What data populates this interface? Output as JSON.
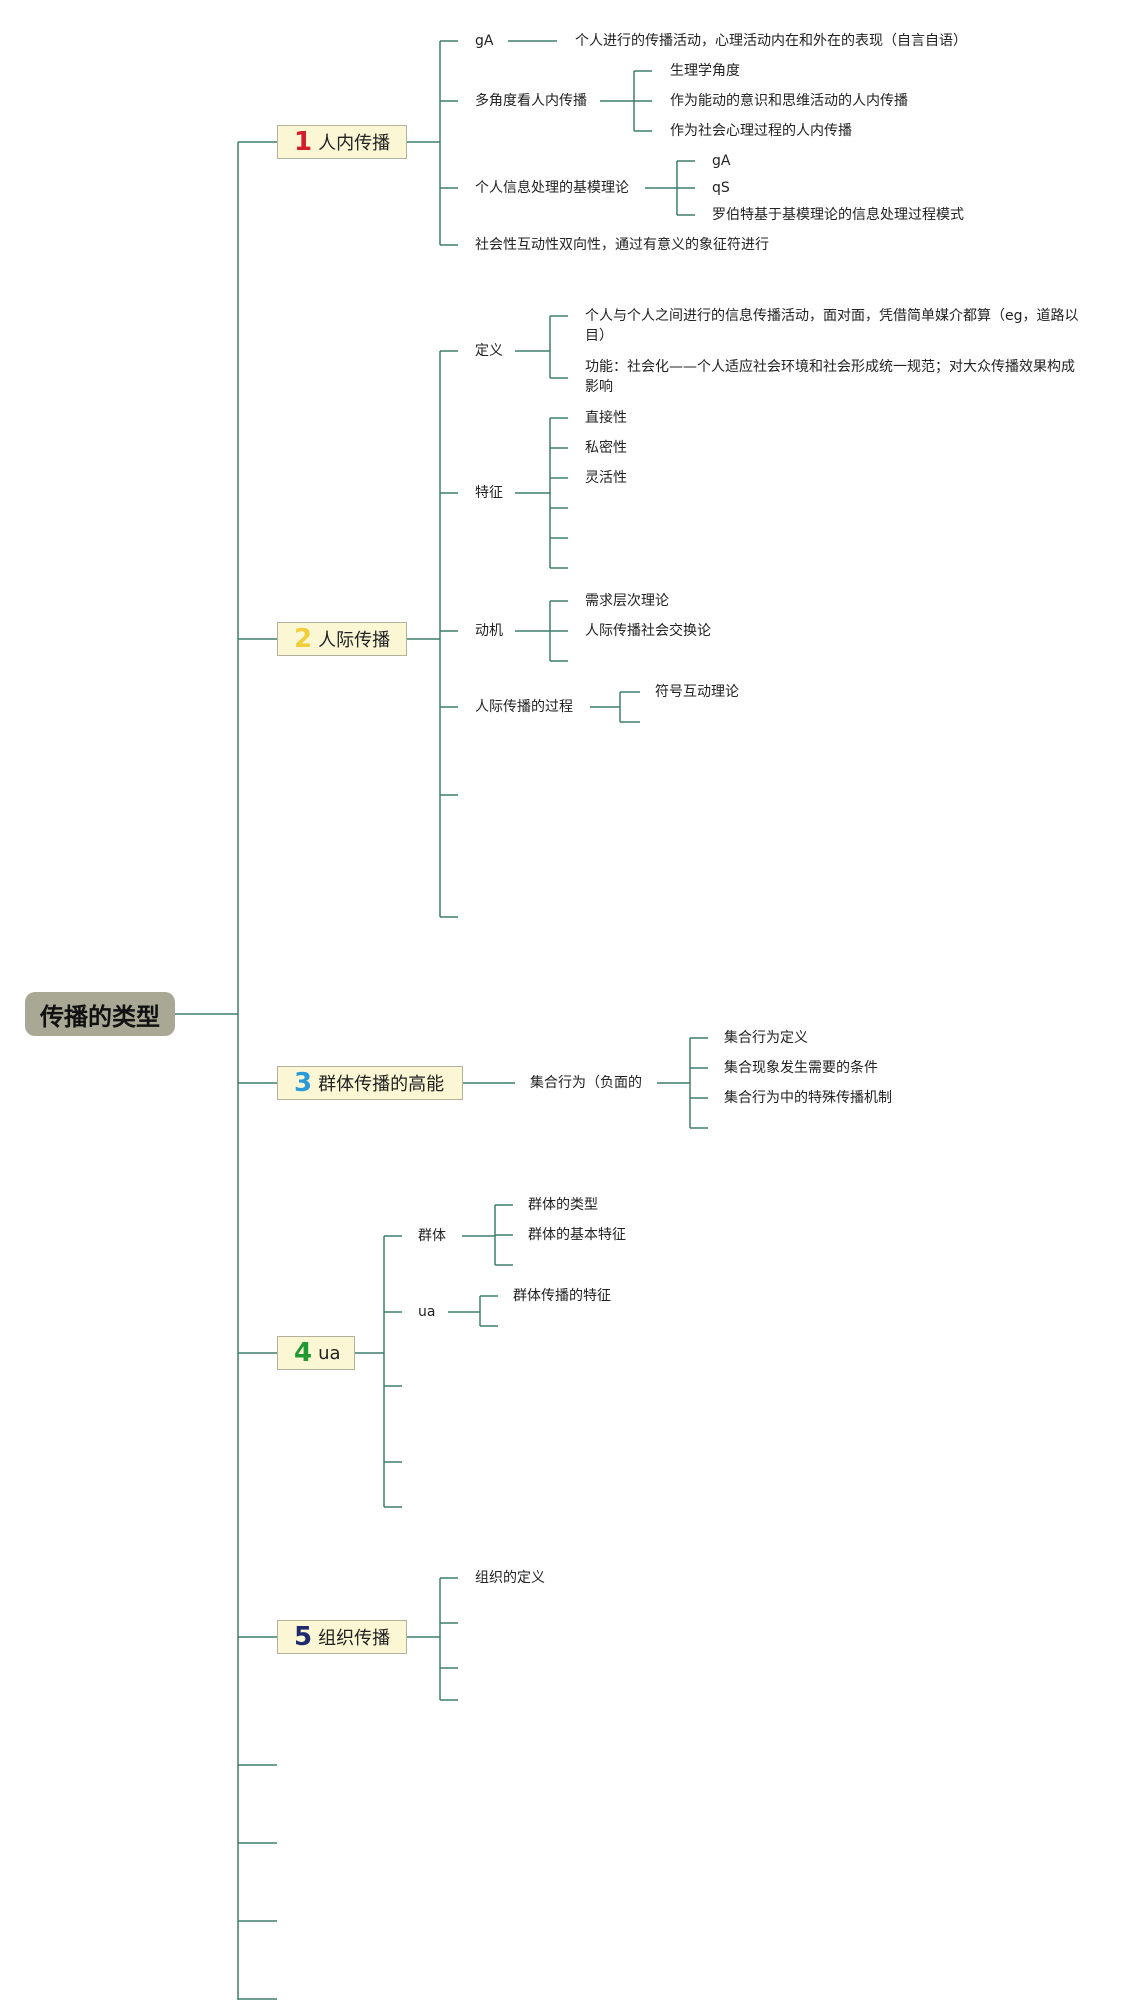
{
  "root": {
    "label": "传播的类型"
  },
  "colors": {
    "connector": "#3f7d6e",
    "root_bg": "#a9a895",
    "topic_bg": "#fbf7d5"
  },
  "topics": [
    {
      "number": "1",
      "number_color": "#d21e2a",
      "label": "人内传播",
      "children": {
        "a": {
          "label": "gA",
          "detail": "个人进行的传播活动，心理活动内在和外在的表现（自言自语）"
        },
        "b": {
          "label": "多角度看人内传播",
          "items": [
            "生理学角度",
            "作为能动的意识和思维活动的人内传播",
            "作为社会心理过程的人内传播"
          ]
        },
        "c": {
          "label": "个人信息处理的基模理论",
          "items": [
            "gA",
            "qS",
            "罗伯特基于基模理论的信息处理过程模式"
          ]
        },
        "d": {
          "label": "社会性互动性双向性，通过有意义的象征符进行"
        }
      }
    },
    {
      "number": "2",
      "number_color": "#f1cf3c",
      "label": "人际传播",
      "children": {
        "a": {
          "label": "定义",
          "items": [
            "个人与个人之间进行的信息传播活动，面对面，凭借简单媒介都算（eg，道路以目）",
            "功能：社会化——个人适应社会环境和社会形成统一规范；对大众传播效果构成影响"
          ]
        },
        "b": {
          "label": "特征",
          "items": [
            "直接性",
            "私密性",
            "灵活性"
          ]
        },
        "c": {
          "label": "动机",
          "items": [
            "需求层次理论",
            "人际传播社会交换论"
          ]
        },
        "d": {
          "label": "人际传播的过程",
          "items": [
            "符号互动理论"
          ]
        }
      }
    },
    {
      "number": "3",
      "number_color": "#2b9bd8",
      "label": "群体传播的高能",
      "children": {
        "a": {
          "label": "集合行为（负面的",
          "items": [
            "集合行为定义",
            "集合现象发生需要的条件",
            "集合行为中的特殊传播机制"
          ]
        }
      }
    },
    {
      "number": "4",
      "number_color": "#1f9a32",
      "label": "ua",
      "children": {
        "a": {
          "label": "群体",
          "items": [
            "群体的类型",
            "群体的基本特征"
          ]
        },
        "b": {
          "label": "ua",
          "items": [
            "群体传播的特征"
          ]
        }
      }
    },
    {
      "number": "5",
      "number_color": "#1f2a6e",
      "label": "组织传播",
      "children": {
        "a": {
          "label": "组织的定义"
        }
      }
    }
  ]
}
